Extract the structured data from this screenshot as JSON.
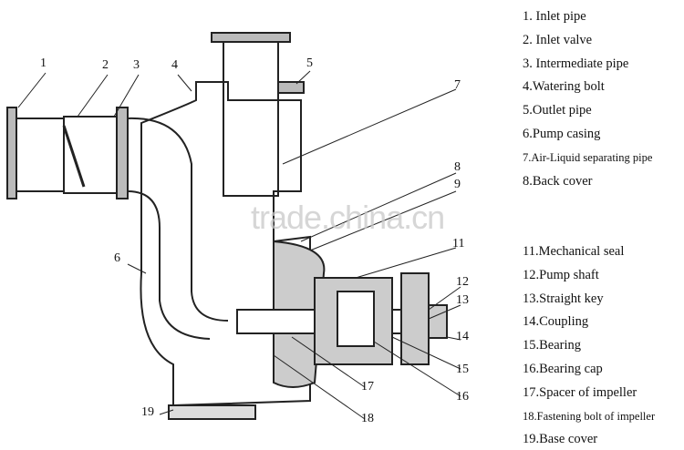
{
  "legend": [
    "1. Inlet pipe",
    "2. Inlet valve",
    "3. Intermediate pipe",
    "4.Watering bolt",
    "5.Outlet pipe",
    "6.Pump casing",
    "7.Air-Liquid separating pipe",
    "8.Back cover",
    "",
    "",
    "11.Mechanical seal",
    "12.Pump shaft",
    "13.Straight key",
    "14.Coupling",
    "15.Bearing",
    "16.Bearing cap",
    "17.Spacer of impeller",
    "18.Fastening bolt of impeller",
    "19.Base cover"
  ],
  "callouts": [
    "1",
    "2",
    "3",
    "4",
    "5",
    "6",
    "7",
    "8",
    "9",
    "11",
    "12",
    "13",
    "14",
    "15",
    "16",
    "17",
    "18",
    "19"
  ],
  "watermark": "trade.china.cn"
}
